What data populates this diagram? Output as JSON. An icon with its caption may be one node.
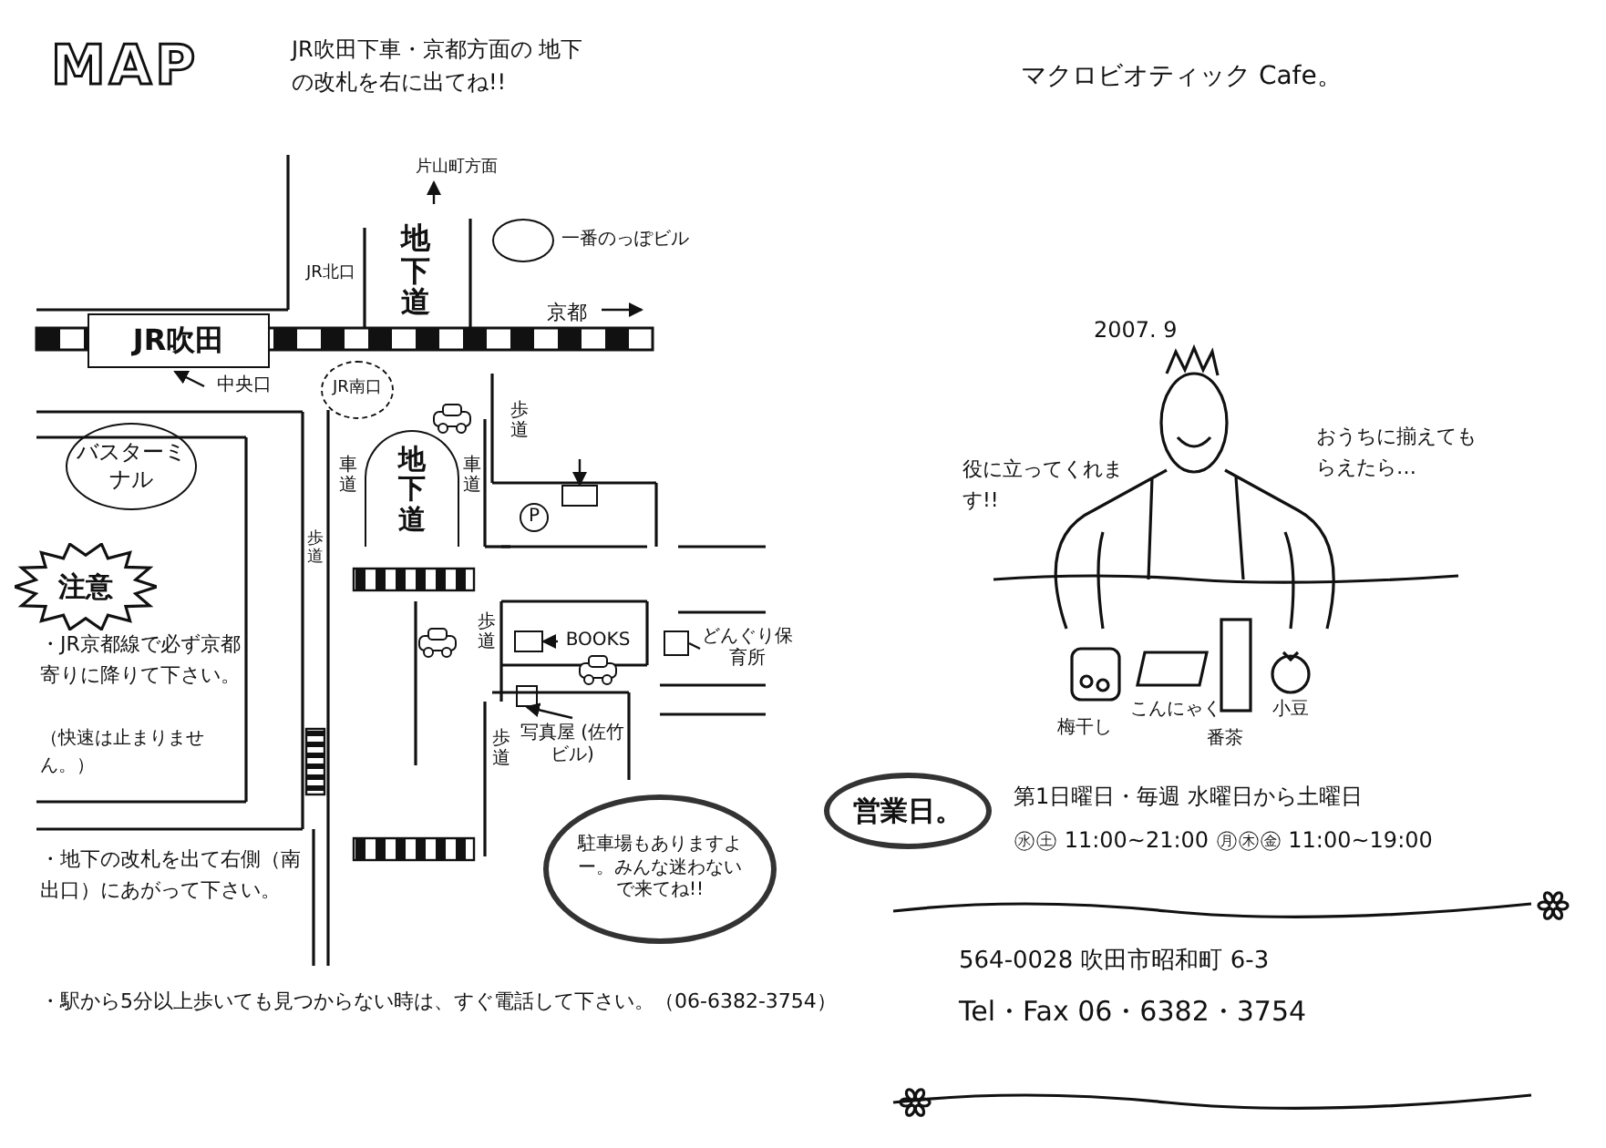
{
  "diagram": {
    "nodes": [
      {
        "text": [],
        "shape": "circle",
        "beside": [
          "一番のっぽビル"
        ]
      },
      {
        "text": [
          "JR吹田"
        ]
      },
      {
        "text": [
          "中央口"
        ]
      },
      {
        "text": [
          "JR南口"
        ]
      },
      {
        "text": [
          "地下道"
        ]
      },
      {
        "text": [
          "バスターミナル"
        ]
      },
      {
        "text": [],
        "shape": "box"
      },
      {
        "text": [
          "P"
        ]
      },
      {
        "text": [
          "注意"
        ]
      },
      {
        "text": [],
        "shape": "box"
      },
      {
        "text": [
          "BOOKS"
        ]
      },
      {
        "text": [],
        "shape": "box"
      },
      {
        "text": [
          "どんぐり保育所"
        ]
      },
      {
        "text": [],
        "shape": "box"
      },
      {
        "text": [
          "写真屋 (佐竹ビル)"
        ]
      },
      {
        "text": [
          "駐車場もありますよー。みんな迷わないで来てね!!"
        ]
      },
      {
        "text": [
          "営業日。"
        ]
      }
    ],
    "edges": [
      {
        "from": 10,
        "to": 9,
        "arrow": "to"
      },
      {
        "from": 14,
        "to": 13,
        "arrow": "to"
      },
      {
        "from": 12,
        "to": 11,
        "arrow": "none"
      },
      {
        "from": null,
        "to": 6,
        "arrow": "to"
      },
      {
        "from": 2,
        "to": null,
        "arrow": "to"
      }
    ],
    "labels": [
      "MAP",
      "JR吹田下車・京都方面の 地下の改札を右に出てね!!",
      "マクロビオティック Cafe。",
      "片山町方面",
      "JR北口",
      "地下道",
      "京都",
      "2007. 9",
      "役に立ってくれます!!",
      "おうちに揃えてもらえたら…",
      "歩道",
      "車道",
      "車道",
      "歩道",
      "歩道",
      "梅干し",
      "こんにゃく",
      "番茶",
      "小豆",
      "・JR京都線で必ず京都寄りに降りて下さい。",
      "（快速は止まりません。）",
      "歩道",
      "・地下の改札を出て右側（南出口）にあがって下さい。",
      "第1日曜日・毎週 水曜日から土曜日",
      "㊌㊏ 11:00~21:00 ㊊㊍㊎ 11:00~19:00",
      "・駅から5分以上歩いても見つからない時は、すぐ電話して下さい。（06-6382-3754）",
      "564-0028 吹田市昭和町 6-3",
      "Tel・Fax 06・6382・3754"
    ]
  }
}
